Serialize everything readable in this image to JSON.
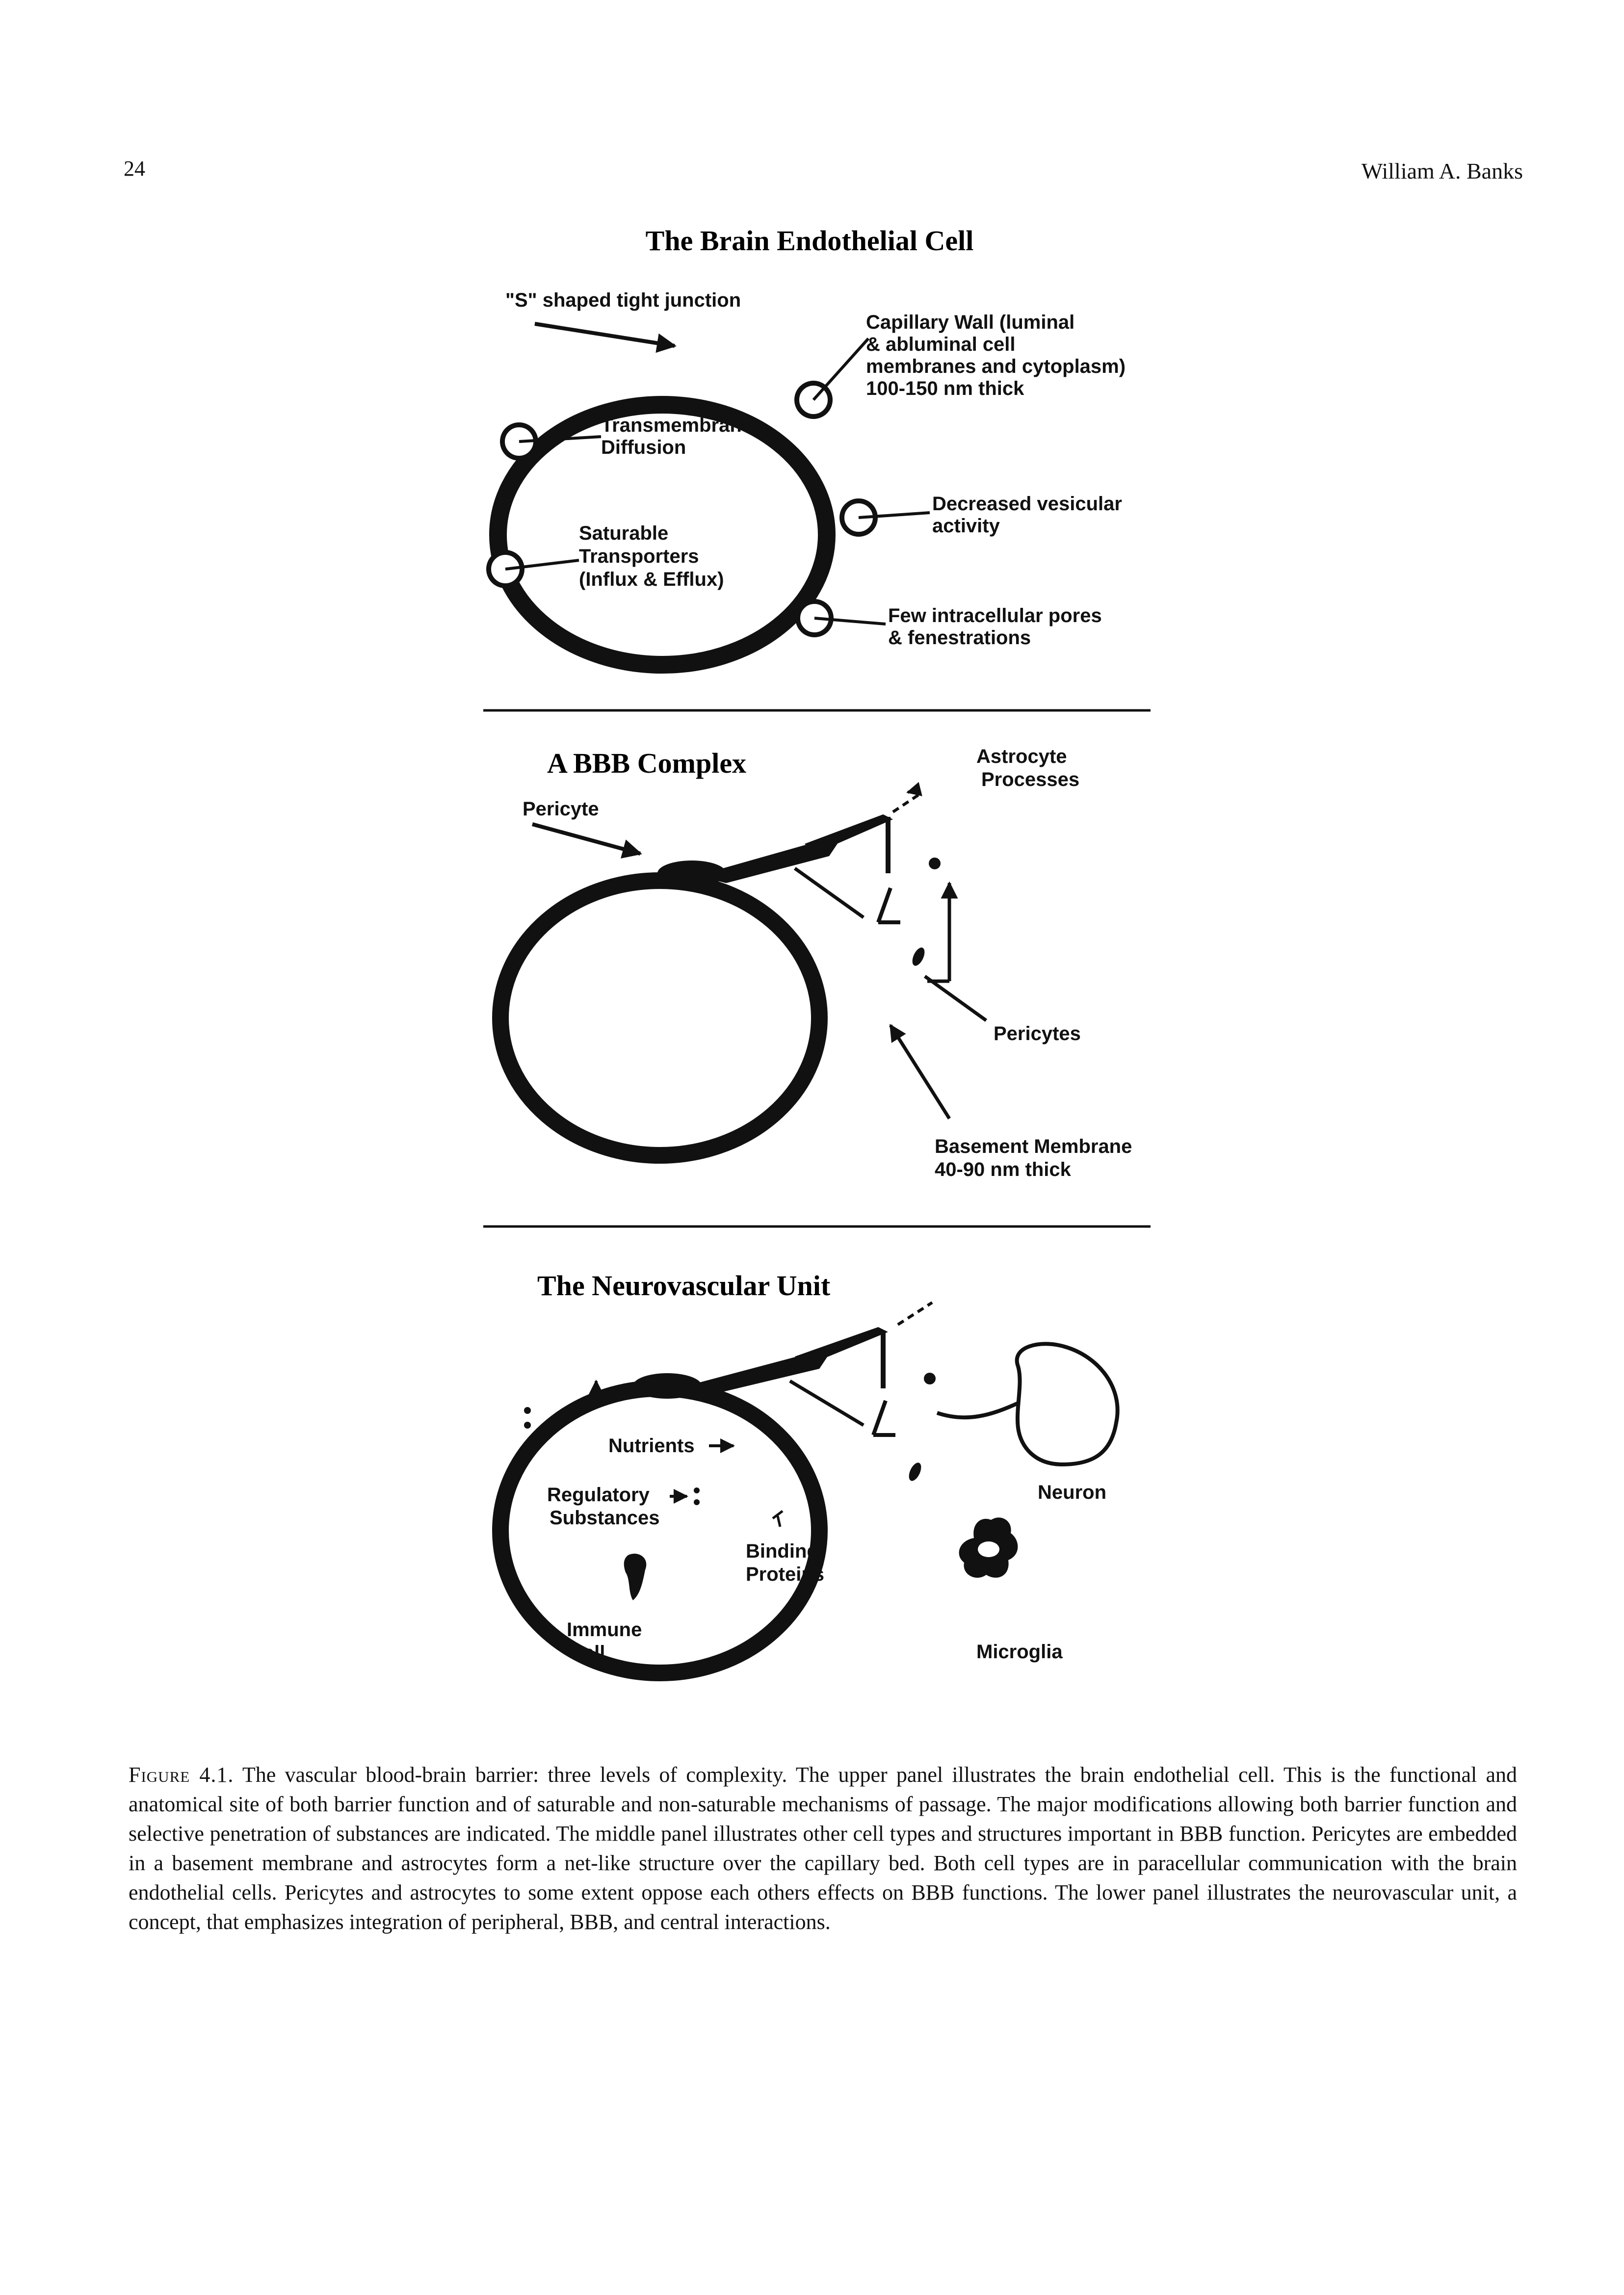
{
  "header": {
    "page_number": "24",
    "author": "William A. Banks"
  },
  "figure": {
    "panel1": {
      "title": "The Brain Endothelial Cell",
      "labels": {
        "tight_junction": "\"S\" shaped tight junction",
        "cap_wall_1": "Capillary Wall (luminal",
        "cap_wall_2": "& abluminal cell",
        "cap_wall_3": "membranes and cytoplasm)",
        "cap_wall_4": "100-150 nm thick",
        "transmembrane_1": "Transmembrane",
        "transmembrane_2": "Diffusion",
        "saturable_1": "Saturable",
        "saturable_2": "Transporters",
        "saturable_3": "(Influx & Efflux)",
        "vesicular_1": "Decreased vesicular",
        "vesicular_2": "activity",
        "pores_1": "Few intracellular pores",
        "pores_2": "& fenestrations"
      }
    },
    "panel2": {
      "title": "A BBB Complex",
      "labels": {
        "pericyte_top": "Pericyte",
        "astro_1": "Astrocyte",
        "astro_2": "Processes",
        "pericytes": "Pericytes",
        "bm_1": "Basement Membrane",
        "bm_2": "40-90 nm thick"
      }
    },
    "panel3": {
      "title": "The Neurovascular Unit",
      "labels": {
        "nutrients": "Nutrients",
        "regulatory_1": "Regulatory",
        "regulatory_2": "Substances",
        "binding_1": "Binding",
        "binding_2": "Proteins",
        "immune_1": "Immune",
        "immune_2": "Cell",
        "neuron": "Neuron",
        "microglia": "Microglia"
      }
    }
  },
  "caption": {
    "label": "Figure 4.1.",
    "text": "The vascular blood-brain barrier: three levels of complexity. The upper panel illustrates the brain endothelial cell. This is the functional and anatomical site of both barrier function and of saturable and non-saturable mechanisms of passage. The major modifications allowing both barrier function and selective penetration of substances are indicated. The middle panel illustrates other cell types and structures important in BBB function. Pericytes are embedded in a basement membrane and astrocytes form a net-like structure over the capillary bed. Both cell types are in paracellular communication with the brain endothelial cells. Pericytes and astrocytes to some extent oppose each others effects on BBB functions. The lower panel illustrates the neurovascular unit, a concept, that emphasizes integration of peripheral, BBB, and central interactions."
  }
}
